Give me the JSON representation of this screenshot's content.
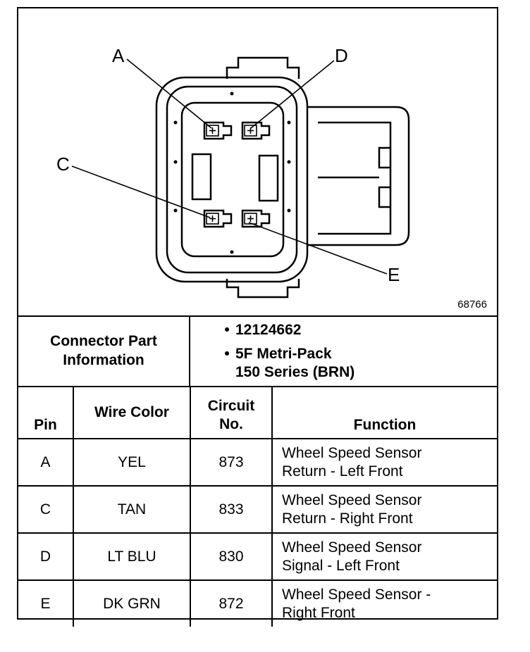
{
  "diagram": {
    "pin_labels": [
      "A",
      "D",
      "C",
      "E"
    ],
    "figure_number": "68766"
  },
  "connector_info": {
    "label_line1": "Connector Part",
    "label_line2": "Information",
    "items": [
      {
        "line1": "12124662",
        "line2": ""
      },
      {
        "line1": "5F Metri-Pack",
        "line2": "150 Series (BRN)"
      }
    ]
  },
  "table": {
    "headers": {
      "pin": "Pin",
      "wire_color": "Wire Color",
      "circuit_line1": "Circuit",
      "circuit_line2": "No.",
      "function": "Function"
    },
    "rows": [
      {
        "pin": "A",
        "wire": "YEL",
        "circuit": "873",
        "f1": "Wheel Speed Sensor",
        "f2": "Return - Left Front"
      },
      {
        "pin": "C",
        "wire": "TAN",
        "circuit": "833",
        "f1": "Wheel Speed Sensor",
        "f2": "Return - Right Front"
      },
      {
        "pin": "D",
        "wire": "LT BLU",
        "circuit": "830",
        "f1": "Wheel Speed Sensor",
        "f2": "Signal - Left Front"
      },
      {
        "pin": "E",
        "wire": "DK GRN",
        "circuit": "872",
        "f1": "Wheel Speed Sensor -",
        "f2": "Right Front"
      }
    ]
  }
}
